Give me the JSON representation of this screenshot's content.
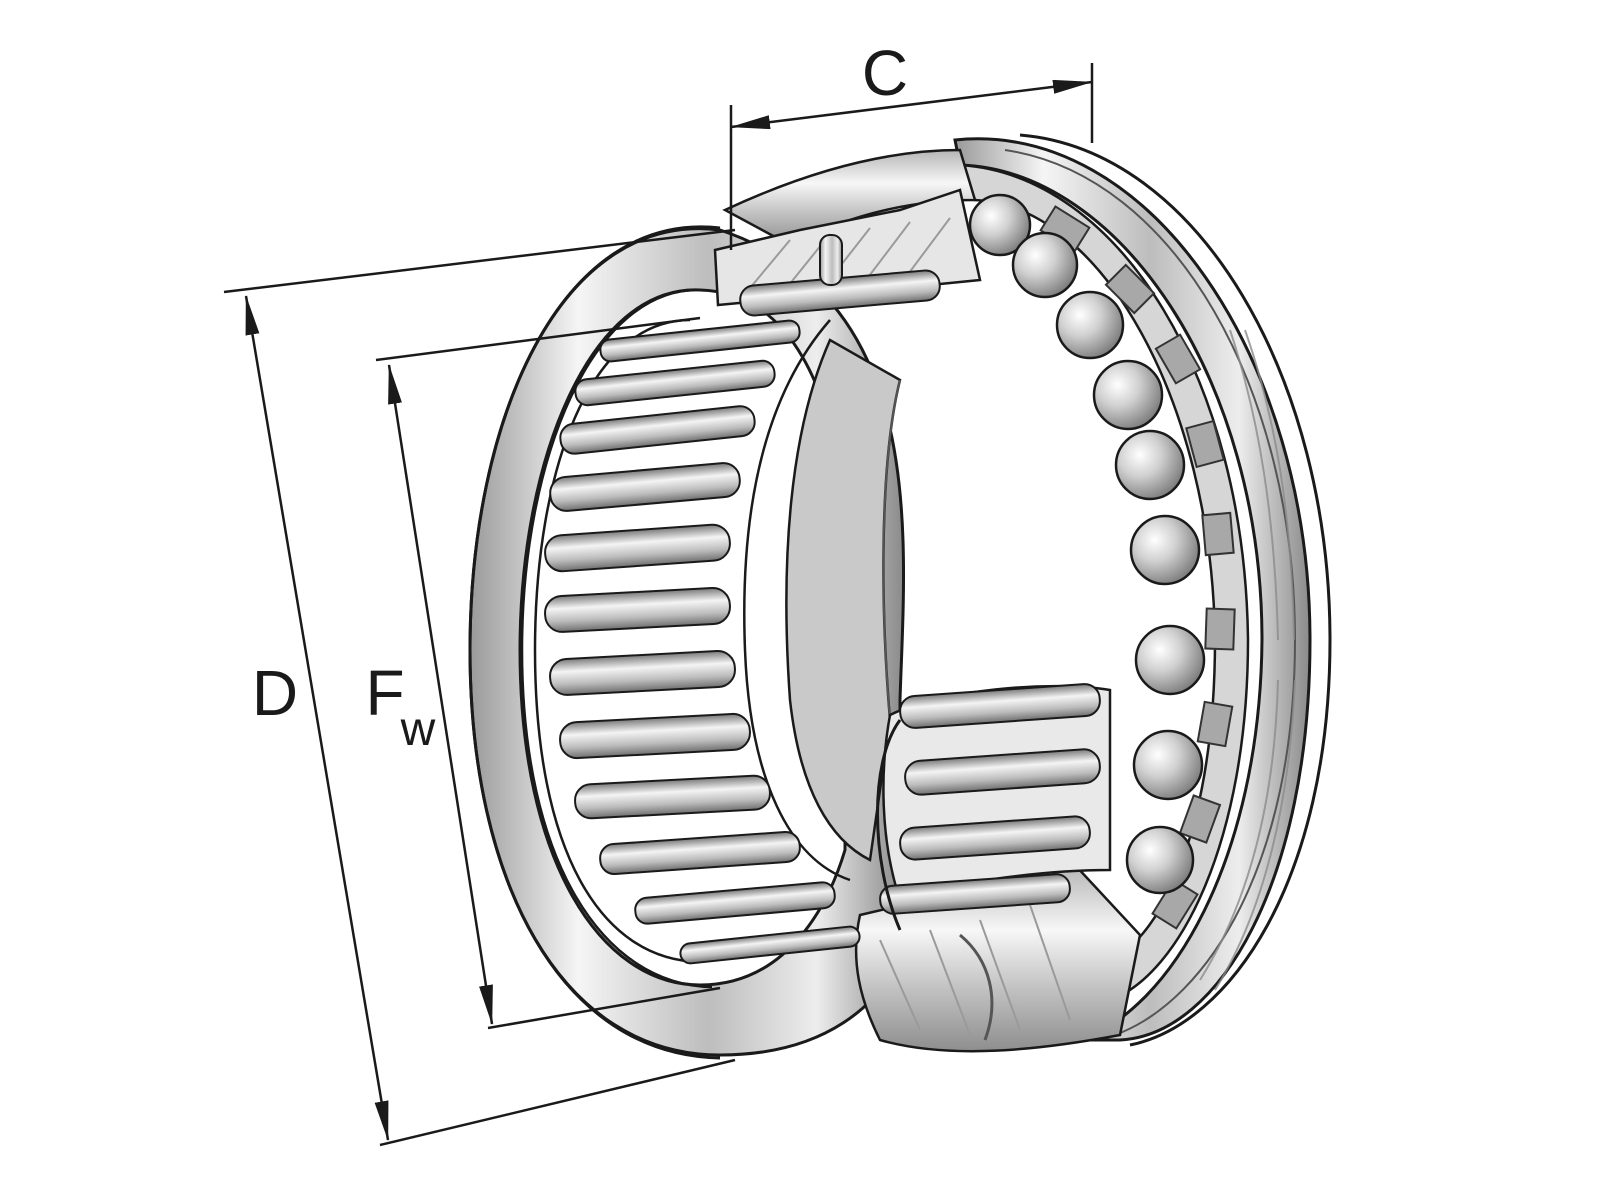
{
  "labels": {
    "C": "C",
    "D": "D",
    "F_main": "F",
    "F_sub": "w"
  },
  "colors": {
    "line": "#1a1a1a",
    "metal_light": "#f2f2f2",
    "metal_mid": "#c8c8c8",
    "metal_dark": "#8c8c8c",
    "background": "#ffffff"
  },
  "components": {
    "outer_ring": "outer-ring",
    "needle_cage": "needle-roller-cage",
    "ball_cage": "thrust-ball-cage",
    "thrust_washer": "thrust-washer"
  }
}
